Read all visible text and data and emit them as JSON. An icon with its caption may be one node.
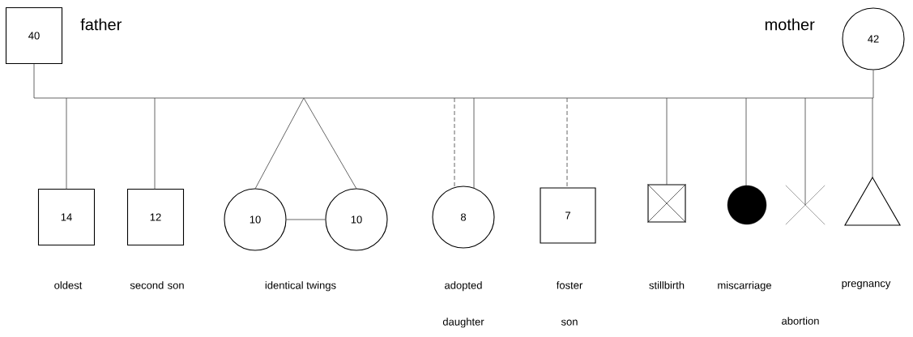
{
  "diagram": {
    "nodes": [
      {
        "text": [
          "40"
        ],
        "beside": [
          "father"
        ]
      },
      {
        "text": [
          "42"
        ],
        "beside": [
          "mother"
        ]
      },
      {
        "text": [
          "14"
        ],
        "beside": [
          "oldest"
        ]
      },
      {
        "text": [
          "12"
        ],
        "beside": [
          "second son"
        ]
      },
      {
        "text": [
          "10"
        ]
      },
      {
        "text": [
          "10"
        ]
      },
      {
        "text": [
          "8"
        ],
        "beside": [
          "adopted daughter"
        ]
      },
      {
        "text": [
          "7"
        ],
        "beside": [
          "foster son"
        ]
      },
      {
        "text": [],
        "shape": "box"
      },
      {
        "text": [],
        "shape": "circle"
      },
      {
        "text": [],
        "shape": "cross"
      },
      {
        "text": [],
        "shape": "triangle"
      }
    ],
    "edges": [
      {
        "from": 0,
        "to": 1,
        "arrow": "none"
      },
      {
        "from": null,
        "to": 2,
        "arrow": "none"
      },
      {
        "from": null,
        "to": 3,
        "arrow": "none"
      },
      {
        "from": null,
        "to": 4,
        "arrow": "none"
      },
      {
        "from": null,
        "to": 5,
        "arrow": "none"
      },
      {
        "from": null,
        "to": 6,
        "arrow": "none",
        "style": "dashed"
      },
      {
        "from": null,
        "to": 6,
        "arrow": "none"
      },
      {
        "from": null,
        "to": 7,
        "arrow": "none",
        "style": "dashed"
      },
      {
        "from": null,
        "to": 8,
        "arrow": "none"
      },
      {
        "from": null,
        "to": 9,
        "arrow": "none"
      },
      {
        "from": null,
        "to": 10,
        "arrow": "none"
      },
      {
        "from": null,
        "to": 11,
        "arrow": "none"
      },
      {
        "from": 4,
        "to": 5,
        "arrow": "none"
      }
    ],
    "labels": [
      "identical twings",
      "stillbirth",
      "miscarriage",
      "pregnancy",
      "abortion"
    ]
  }
}
